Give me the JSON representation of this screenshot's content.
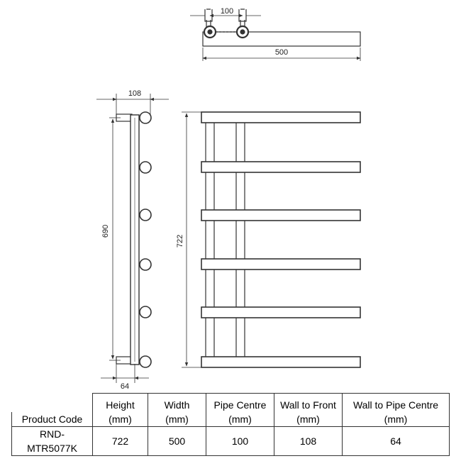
{
  "dimensions": {
    "top_pipe_centre": "100",
    "top_width": "500",
    "side_wall_to_front": "108",
    "side_pipe_span": "690",
    "side_wall_to_pipe": "64",
    "front_height": "722"
  },
  "table": {
    "headers": [
      {
        "line1": "",
        "line2": "Product Code"
      },
      {
        "line1": "Height",
        "line2": "(mm)"
      },
      {
        "line1": "Width",
        "line2": "(mm)"
      },
      {
        "line1": "Pipe Centre",
        "line2": "(mm)"
      },
      {
        "line1": "Wall to Front",
        "line2": "(mm)"
      },
      {
        "line1": "Wall to Pipe Centre",
        "line2": "(mm)"
      }
    ],
    "row": [
      "RND-MTR5077K",
      "722",
      "500",
      "100",
      "108",
      "64"
    ]
  }
}
